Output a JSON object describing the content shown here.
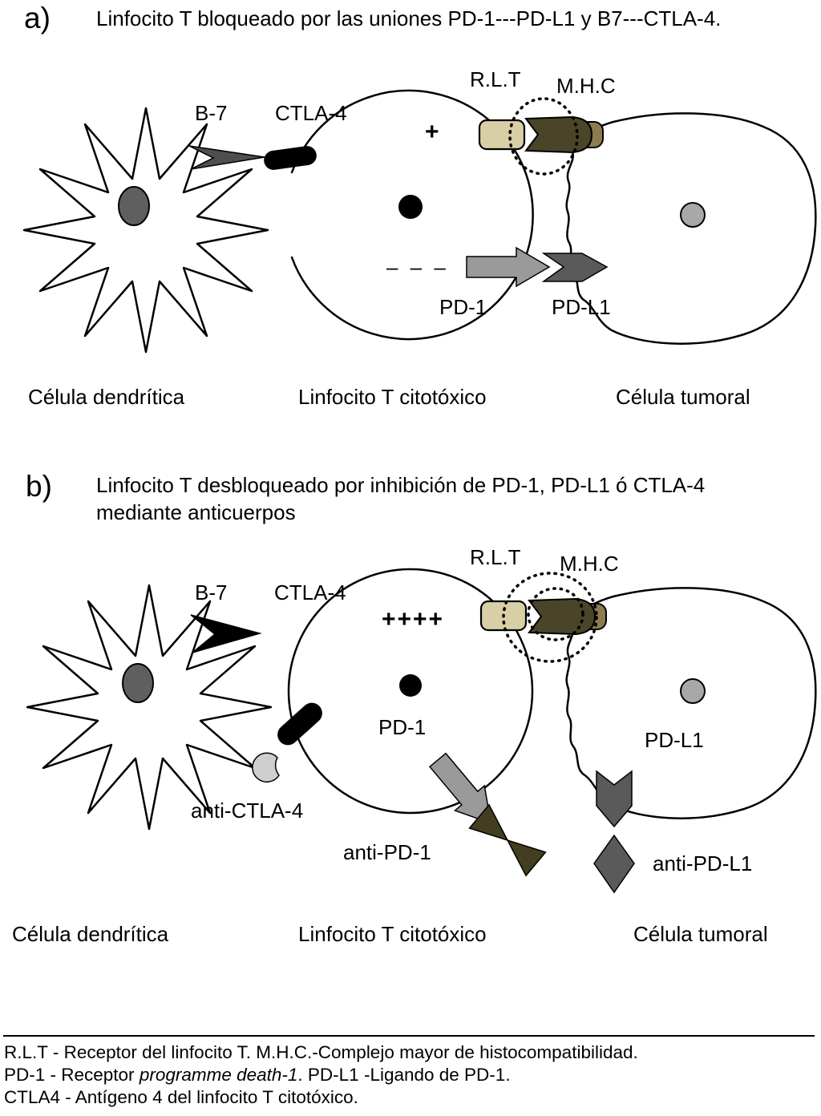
{
  "panel_a": {
    "panel_label": "a)",
    "title": "Linfocito T bloqueado por las uniones PD-1---PD-L1 y B7---CTLA-4.",
    "receptor_labels": {
      "b7": "B-7",
      "ctla4": "CTLA-4",
      "rlt": "R.L.T",
      "mhc": "M.H.C",
      "pd1": "PD-1",
      "pdl1": "PD-L1"
    },
    "signal": "+",
    "blocked_signal_dashes": "– – –",
    "cell_labels": {
      "dendritic": "Célula dendrítica",
      "t_cell": "Linfocito T citotóxico",
      "tumor": "Célula tumoral"
    }
  },
  "panel_b": {
    "panel_label": "b)",
    "title_line1": "Linfocito T desbloqueado por inhibición de PD-1, PD-L1 ó CTLA-4",
    "title_line2": "mediante anticuerpos",
    "receptor_labels": {
      "b7": "B-7",
      "ctla4": "CTLA-4",
      "rlt": "R.L.T",
      "mhc": "M.H.C",
      "pd1": "PD-1",
      "pdl1": "PD-L1"
    },
    "antibody_labels": {
      "anti_ctla4": "anti-CTLA-4",
      "anti_pd1": "anti-PD-1",
      "anti_pdl1": "anti-PD-L1"
    },
    "signal": "++++",
    "cell_labels": {
      "dendritic": "Célula dendrítica",
      "t_cell": "Linfocito T citotóxico",
      "tumor": "Célula tumoral"
    }
  },
  "legend": {
    "line1": "R.L.T - Receptor del linfocito T. M.H.C.-Complejo mayor de histocompatibilidad.",
    "line2_prefix": "PD-1 - Receptor ",
    "line2_italic": "programme death-1",
    "line2_suffix": ". PD-L1 -Ligando de PD-1.",
    "line3": "CTLA4 - Antígeno 4 del linfocito T citotóxico."
  },
  "colors": {
    "rlt_tan": "#d8cfa6",
    "mhc_olive": "#4a4428",
    "mhc_cap_brown": "#8d7c52",
    "pd1_gray": "#9a9a9a",
    "pdl1_dark_gray": "#5a5a5a",
    "b7_dark_gray": "#4f4f4f",
    "antibody_light_gray": "#cfcfcf",
    "anti_pd1_olive": "#433e20",
    "nucleus_dendritic": "#5f5f5f",
    "nucleus_tumor": "#a8a8a8"
  }
}
